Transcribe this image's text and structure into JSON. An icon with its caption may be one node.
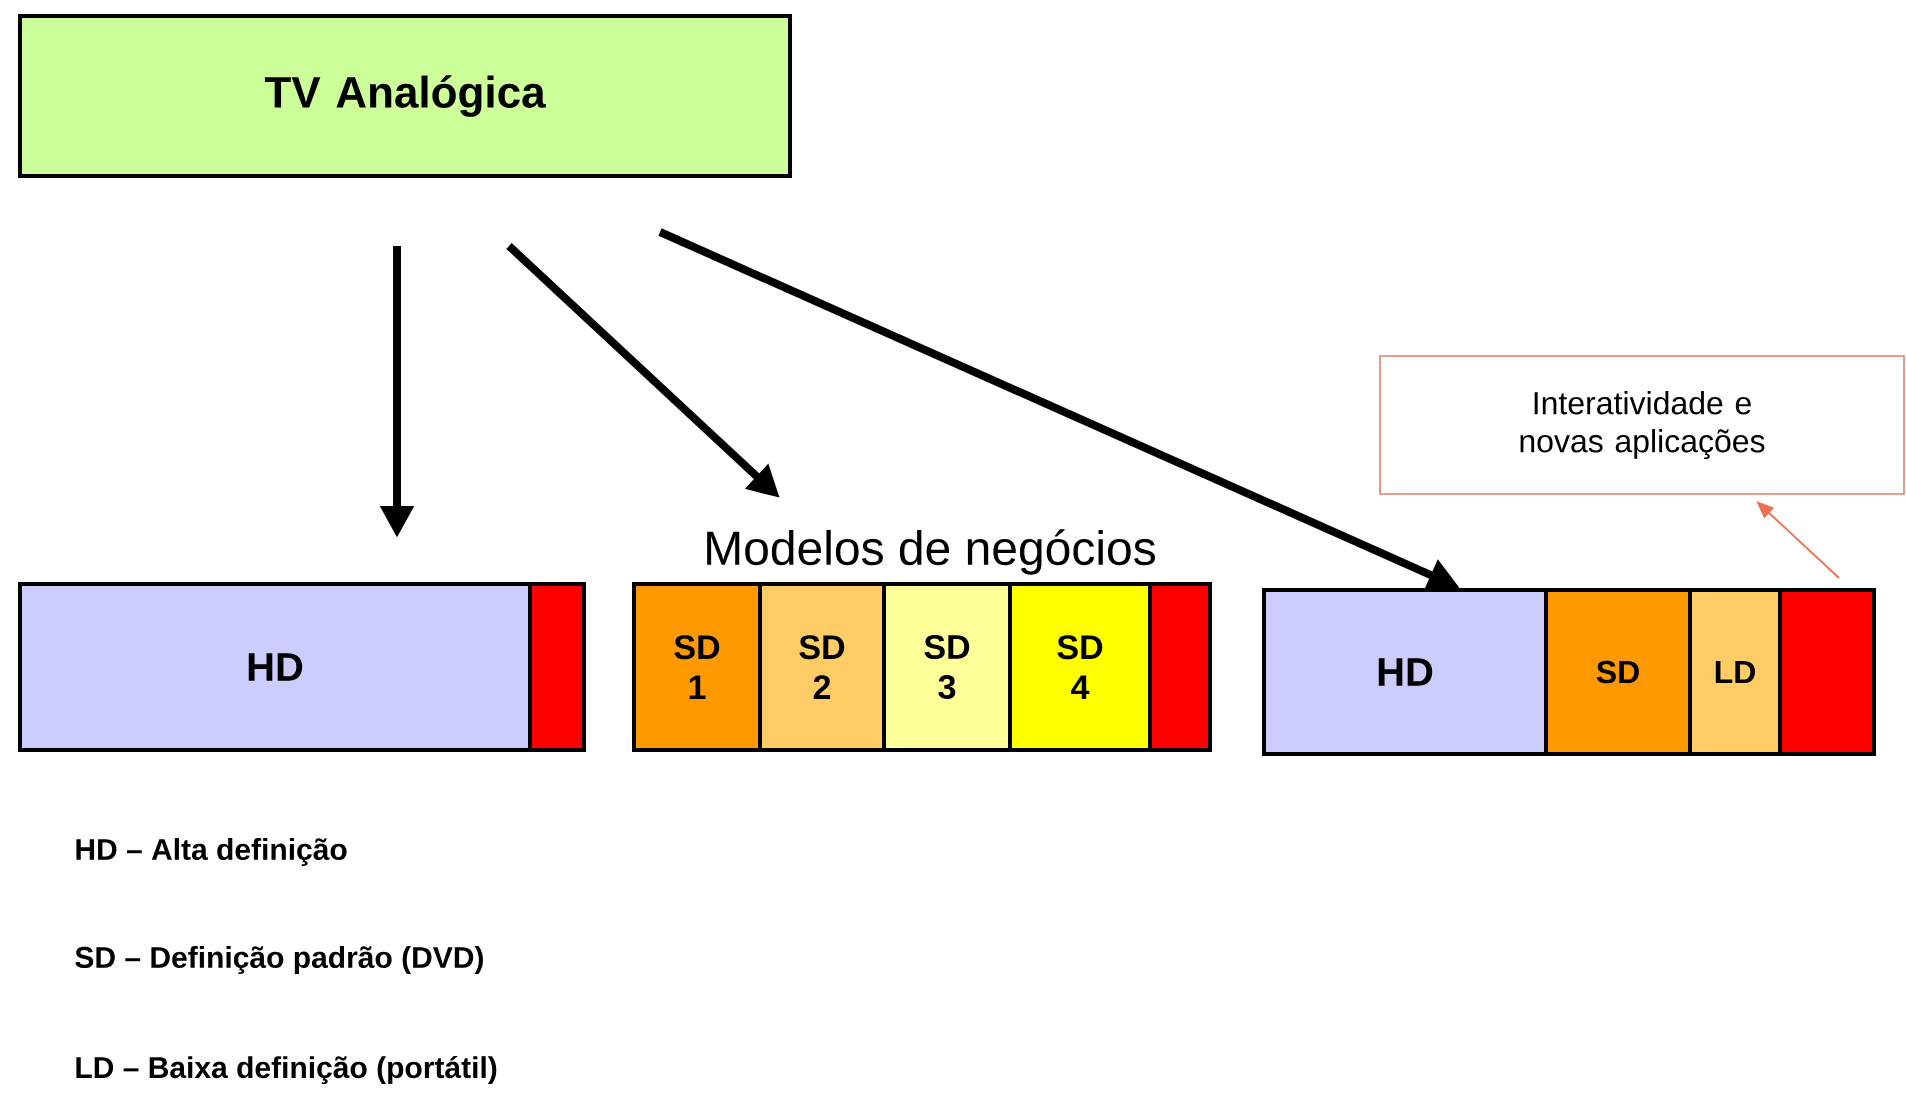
{
  "diagram": {
    "nodes": [
      {
        "text": [
          "TV Analógica"
        ]
      },
      {
        "text": [
          "HD"
        ]
      },
      {
        "text": [],
        "shape": "box"
      },
      {
        "text": [
          "SD 1"
        ]
      },
      {
        "text": [
          "SD 2"
        ]
      },
      {
        "text": [
          "SD 3"
        ]
      },
      {
        "text": [
          "SD 4"
        ]
      },
      {
        "text": [],
        "shape": "box"
      },
      {
        "text": [
          "HD"
        ]
      },
      {
        "text": [
          "SD"
        ]
      },
      {
        "text": [
          "LD"
        ]
      },
      {
        "text": [],
        "shape": "box"
      },
      {
        "text": [
          "Interatividade e novas aplicações"
        ]
      }
    ],
    "edges": [
      {
        "from": 0,
        "to": 1,
        "arrow": "to"
      },
      {
        "from": 0,
        "to": 3,
        "arrow": "to"
      },
      {
        "from": 0,
        "to": 8,
        "arrow": "to"
      },
      {
        "from": 11,
        "to": 12,
        "arrow": "to",
        "color": "#f07050"
      }
    ],
    "labels": [
      "Modelos de negócios",
      "HD – Alta definição",
      "SD – Definição padrão (DVD)",
      "LD – Baixa definição (portátil)"
    ]
  }
}
